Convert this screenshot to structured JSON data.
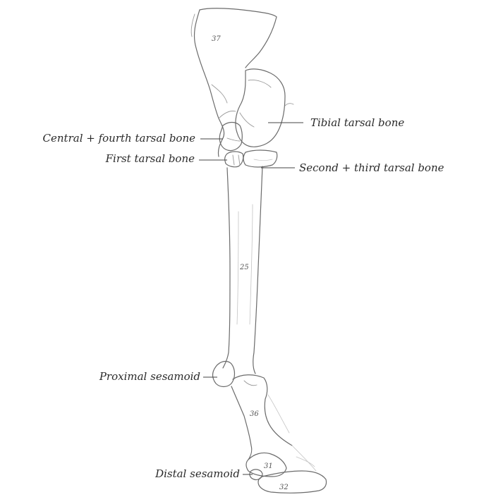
{
  "labels": {
    "tibial_tarsal": "Tibial tarsal bone",
    "central_fourth_tarsal": "Central + fourth tarsal bone",
    "first_tarsal": "First tarsal bone",
    "second_third_tarsal": "Second + third tarsal bone",
    "proximal_sesamoid": "Proximal sesamoid",
    "distal_sesamoid": "Distal sesamoid"
  },
  "numbers": {
    "n37": "37",
    "n25": "25",
    "n36": "36",
    "n31": "31",
    "n32": "32"
  }
}
